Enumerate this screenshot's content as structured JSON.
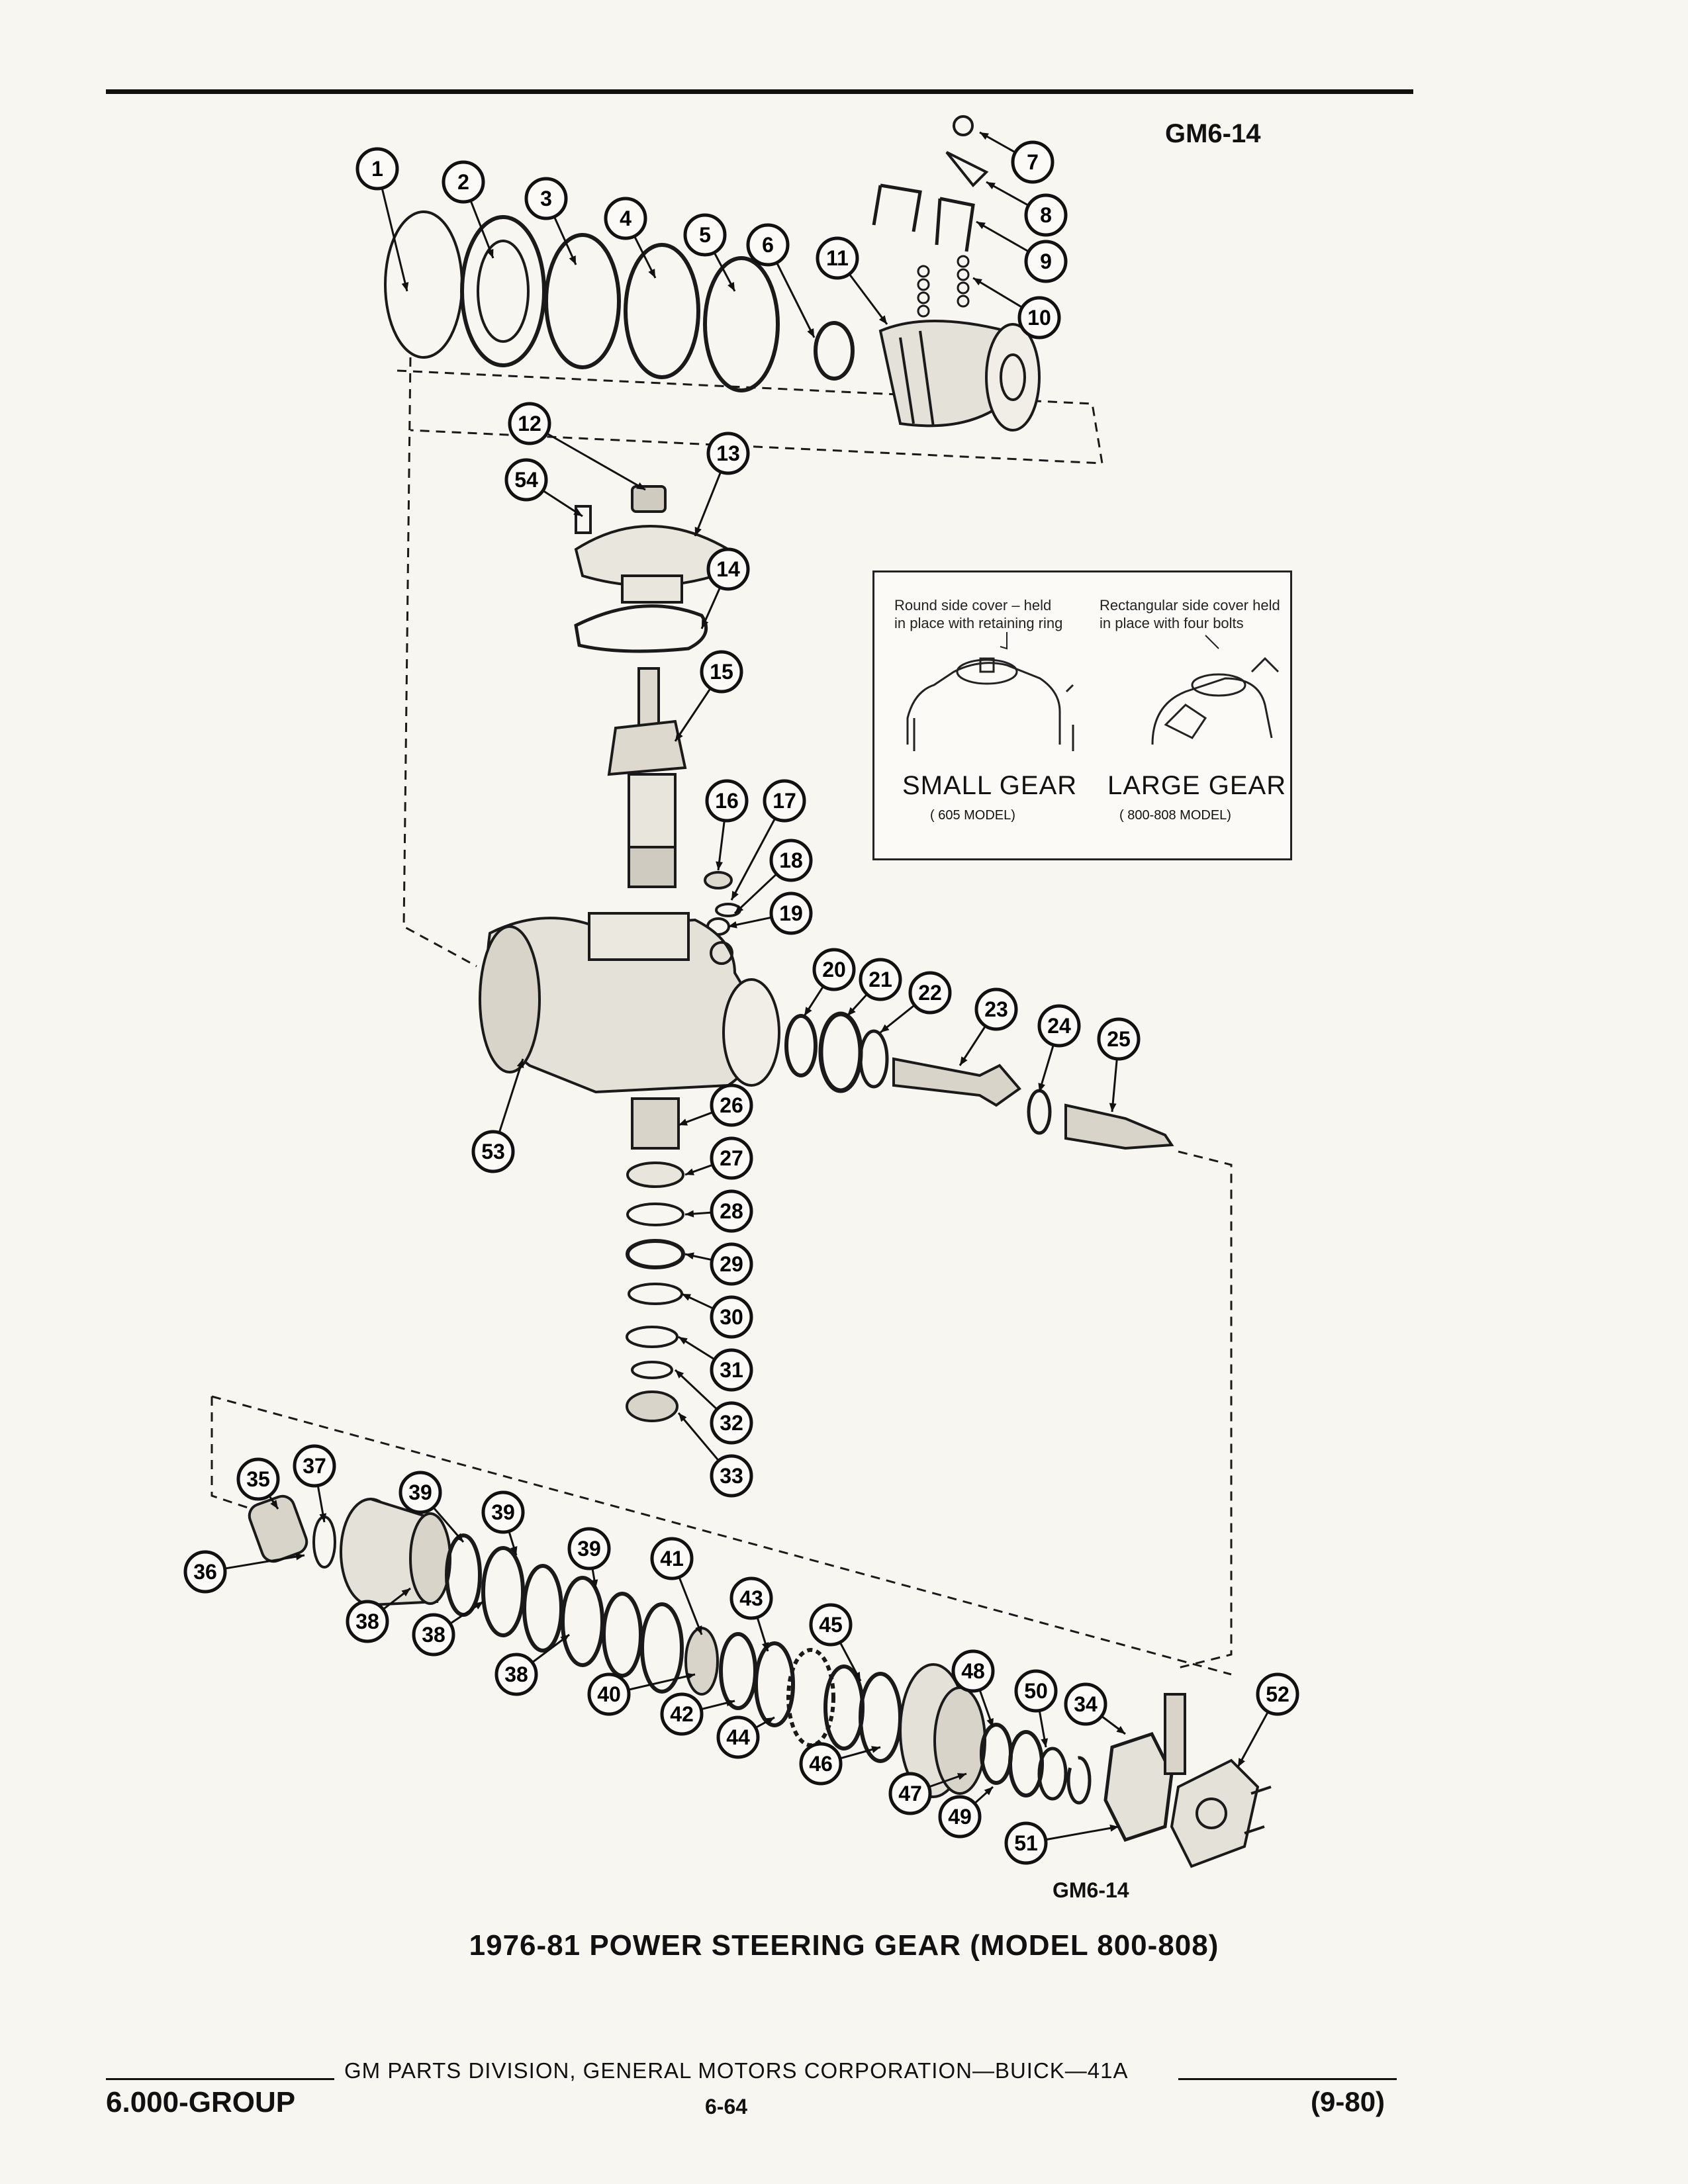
{
  "figure_id": "GM6-14",
  "figure_id_bottom": "GM6-14",
  "caption": "1976-81 POWER STEERING GEAR (MODEL 800-808)",
  "inset": {
    "left_note": "Round side cover – held in place with retaining ring",
    "right_note": "Rectangular side cover held in place with four bolts",
    "small_gear": "SMALL GEAR",
    "small_model": "( 605 MODEL)",
    "large_gear": "LARGE GEAR",
    "large_model": "( 800-808 MODEL)"
  },
  "footer": {
    "corporation": "GM PARTS DIVISION, GENERAL MOTORS CORPORATION—BUICK—41A",
    "group": "6.000-GROUP",
    "page": "6-64",
    "date": "(9-80)"
  },
  "callouts": [
    {
      "label": "1"
    },
    {
      "label": "2"
    },
    {
      "label": "3"
    },
    {
      "label": "4"
    },
    {
      "label": "5"
    },
    {
      "label": "6"
    },
    {
      "label": "11"
    },
    {
      "label": "7"
    },
    {
      "label": "8"
    },
    {
      "label": "9"
    },
    {
      "label": "10"
    },
    {
      "label": "12"
    },
    {
      "label": "13"
    },
    {
      "label": "54"
    },
    {
      "label": "14"
    },
    {
      "label": "15"
    },
    {
      "label": "16"
    },
    {
      "label": "17"
    },
    {
      "label": "18"
    },
    {
      "label": "19"
    },
    {
      "label": "20"
    },
    {
      "label": "21"
    },
    {
      "label": "22"
    },
    {
      "label": "23"
    },
    {
      "label": "24"
    },
    {
      "label": "25"
    },
    {
      "label": "53"
    },
    {
      "label": "26"
    },
    {
      "label": "27"
    },
    {
      "label": "28"
    },
    {
      "label": "29"
    },
    {
      "label": "30"
    },
    {
      "label": "31"
    },
    {
      "label": "32"
    },
    {
      "label": "33"
    },
    {
      "label": "35"
    },
    {
      "label": "37"
    },
    {
      "label": "36"
    },
    {
      "label": "39"
    },
    {
      "label": "39"
    },
    {
      "label": "39"
    },
    {
      "label": "38"
    },
    {
      "label": "38"
    },
    {
      "label": "38"
    },
    {
      "label": "41"
    },
    {
      "label": "43"
    },
    {
      "label": "45"
    },
    {
      "label": "40"
    },
    {
      "label": "42"
    },
    {
      "label": "44"
    },
    {
      "label": "46"
    },
    {
      "label": "48"
    },
    {
      "label": "50"
    },
    {
      "label": "34"
    },
    {
      "label": "52"
    },
    {
      "label": "47"
    },
    {
      "label": "49"
    },
    {
      "label": "51"
    }
  ]
}
